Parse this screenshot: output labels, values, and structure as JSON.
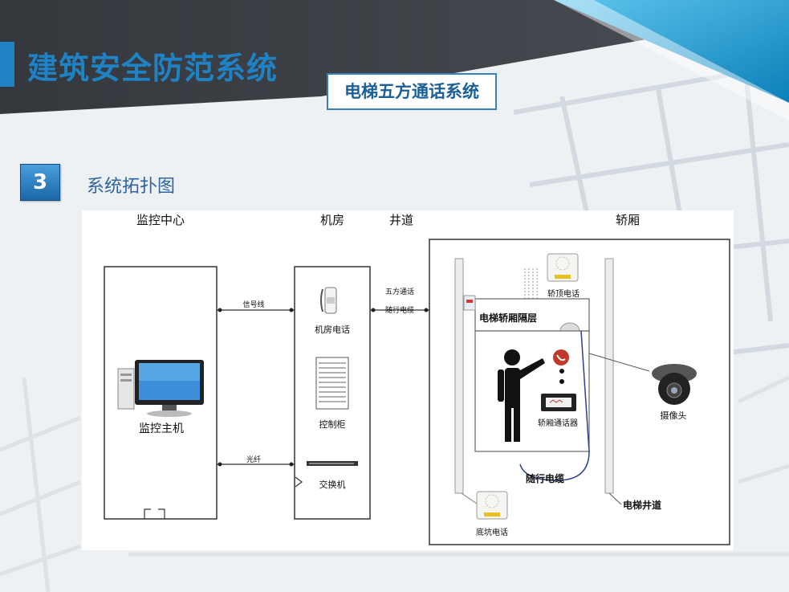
{
  "header": {
    "main_title": "建筑安全防范系统",
    "sub_title": "电梯五方通话系统"
  },
  "section": {
    "number": "3",
    "title": "系统拓扑图"
  },
  "diagram": {
    "columns": {
      "monitor_center": "监控中心",
      "machine_room": "机房",
      "shaft": "井道",
      "car": "轿厢"
    },
    "devices": {
      "monitor_host": "监控主机",
      "machine_room_phone": "机房电话",
      "control_cabinet": "控制柜",
      "switch": "交换机",
      "car_top_phone": "轿顶电话",
      "car_intercom": "轿厢通话器",
      "camera": "摄像头",
      "pit_phone": "底坑电话"
    },
    "links": {
      "signal_line": "信号线",
      "fiber": "光纤",
      "five_way_call": "五方通话",
      "traveling_cable_top": "随行电缆",
      "traveling_cable": "随行电缆"
    },
    "areas": {
      "car_partition": "电梯轿厢隔层",
      "elevator_shaft": "电梯井道"
    }
  },
  "colors": {
    "title_blue": "#1f82c4",
    "dark_band": "#3a3d42",
    "accent_cyan": "#1aa0d8"
  }
}
